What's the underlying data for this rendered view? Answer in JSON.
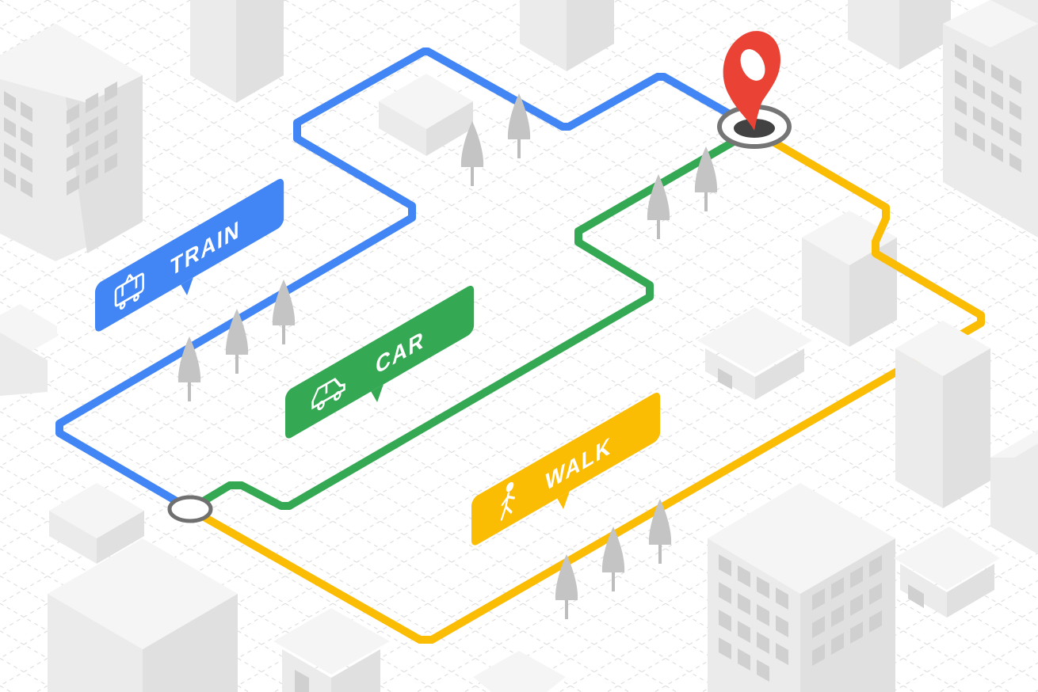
{
  "colors": {
    "background": "#ffffff",
    "grid": "#d9d9d9",
    "building_top": "#f5f5f5",
    "building_left": "#ebebeb",
    "building_right": "#e0e0e0",
    "window": "#d0d0d0",
    "tree": "#c4c4c4",
    "trunk": "#bdbdbd",
    "node_ring": "#707070"
  },
  "routes": [
    {
      "id": "train",
      "label": "TRAIN",
      "icon": "train-icon",
      "color": "#4285F4"
    },
    {
      "id": "car",
      "label": "CAR",
      "icon": "car-icon",
      "color": "#34A853"
    },
    {
      "id": "walk",
      "label": "WALK",
      "icon": "walk-icon",
      "color": "#FBBC04"
    }
  ],
  "origin": {
    "icon": "origin-node"
  },
  "destination": {
    "icon": "map-pin-icon",
    "color": "#EA4335"
  }
}
